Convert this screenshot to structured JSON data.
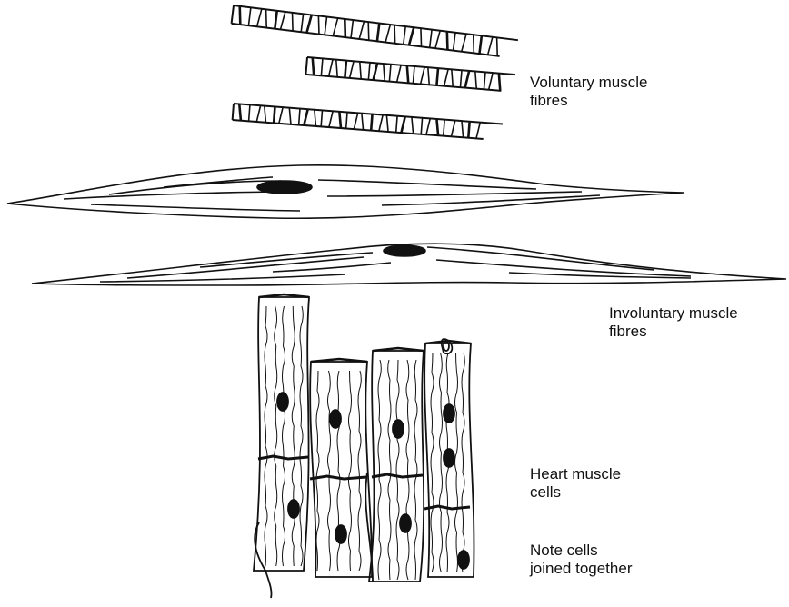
{
  "labels": {
    "voluntary": {
      "line1": "Voluntary muscle",
      "line2": "fibres"
    },
    "involuntary": {
      "line1": "Involuntary muscle",
      "line2": "fibres"
    },
    "heart": {
      "line1": "Heart muscle",
      "line2": "cells"
    },
    "note": {
      "line1": "Note cells",
      "line2": "joined together"
    }
  },
  "colors": {
    "ink": "#111111",
    "background": "#ffffff"
  }
}
